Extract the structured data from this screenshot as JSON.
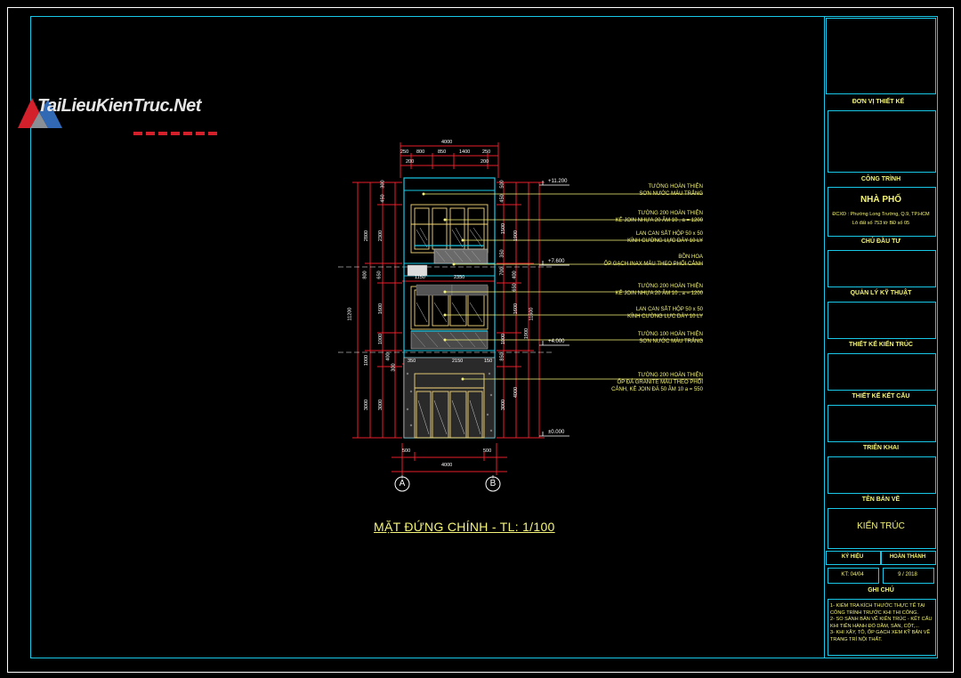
{
  "logo": {
    "text": "TaiLieuKienTruc.Net"
  },
  "drawing": {
    "title": "MẶT ĐỨNG CHÍNH - TL: 1/100",
    "grid_labels": [
      "A",
      "B"
    ],
    "dims_top": [
      "4000",
      "250",
      "800",
      "850",
      "1400",
      "250",
      "200",
      "200"
    ],
    "dims_bottom": [
      "500",
      "4000",
      "500"
    ],
    "dims_left_outer": [
      "11200"
    ],
    "dims_left": [
      "300",
      "450",
      "2800",
      "2300",
      "800",
      "650",
      "1600",
      "1000",
      "400",
      "1000",
      "300",
      "3000",
      "3000"
    ],
    "dims_right": [
      "500",
      "450",
      "1500",
      "1900",
      "350",
      "700",
      "400",
      "650",
      "1600",
      "1000",
      "1900",
      "850",
      "3000",
      "4000",
      "11600"
    ],
    "dims_mid": [
      "1150",
      "2350",
      "350",
      "2150",
      "150"
    ],
    "levels": [
      "+11.200",
      "+7.600",
      "+4.000",
      "±0.000"
    ],
    "annotations": [
      [
        "TƯỜNG HOÀN THIỆN",
        "SƠN NƯỚC MÀU TRẮNG"
      ],
      [
        "TƯỜNG 200 HOÀN THIỆN",
        "KẺ JOIN NHỰA 20 ÂM 10 , a = 1200"
      ],
      [
        "LAN CAN SẮT HỘP 50 x 50",
        "KÍNH CƯỜNG LỰC DÀY 10 LY"
      ],
      [
        "BỒN HOA",
        "ỐP GẠCH INAX MÀU THEO PHỐI CẢNH"
      ],
      [
        "TƯỜNG 200 HOÀN THIỆN",
        "KẺ JOIN NHỰA 20 ÂM 10 , a = 1200"
      ],
      [
        "LAN CAN SẮT HỘP 50 x 50",
        "KÍNH CƯỜNG LỰC DÀY 10 LY"
      ],
      [
        "TƯỜNG 100 HOÀN THIỆN",
        "SƠN NƯỚC MÀU TRẮNG"
      ],
      [
        "TƯỜNG 200 HOÀN THIỆN",
        "ỐP ĐÁ GRANITE MÀU THEO PHỐI",
        "CẢNH, KẺ JOIN ĐÁ 50 ÂM 10 a = 550"
      ]
    ]
  },
  "title_block": {
    "don_vi_label": "ĐƠN VỊ THIẾT KẾ",
    "cong_trinh_label": "CÔNG TRÌNH",
    "project_name": "NHÀ PHỐ",
    "address_1": "ĐCXD : Phường Long Trường, Q.9, TP.HCM",
    "address_2": "Lô đất số 753 tờ BĐ số 05",
    "chu_dau_tu_label": "CHỦ ĐẦU TƯ",
    "quan_ly_label": "QUẢN LÝ KỸ THUẬT",
    "tk_kien_truc_label": "THIẾT KẾ KIẾN TRÚC",
    "tk_ket_cau_label": "THIẾT KẾ KẾT CẤU",
    "trien_khai_label": "TRIỂN KHAI",
    "ten_ban_ve_label": "TÊN BẢN VẼ",
    "drawing_name": "KIẾN TRÚC",
    "ky_hieu_label": "KÝ HIỆU",
    "hoan_thanh_label": "HOÀN THÀNH",
    "ky_hieu_value": "KT: 04/04",
    "hoan_thanh_value": "9 / 2018",
    "ghi_chu_label": "GHI CHÚ",
    "notes": [
      "1- KIỂM TRA KÍCH THƯỚC THỰC TẾ TẠI",
      "   CÔNG TRÌNH TRƯỚC KHI THI CÔNG.",
      "2- SO SÁNH BẢN VẼ KIẾN TRÚC - KẾT CẤU",
      "   KHI TIẾN HÀNH ĐỔ DẦM, SÀN, CỘT,...",
      "3- KHI XÂY, TÔ, ỐP GẠCH XEM KỸ BẢN VẼ",
      "   TRANG TRÍ NỘI THẤT."
    ]
  },
  "colors": {
    "cyan": "#19c8e6",
    "yellow": "#f5f57a",
    "red": "#e8202a",
    "white": "#ffffff",
    "bg": "#000000"
  }
}
